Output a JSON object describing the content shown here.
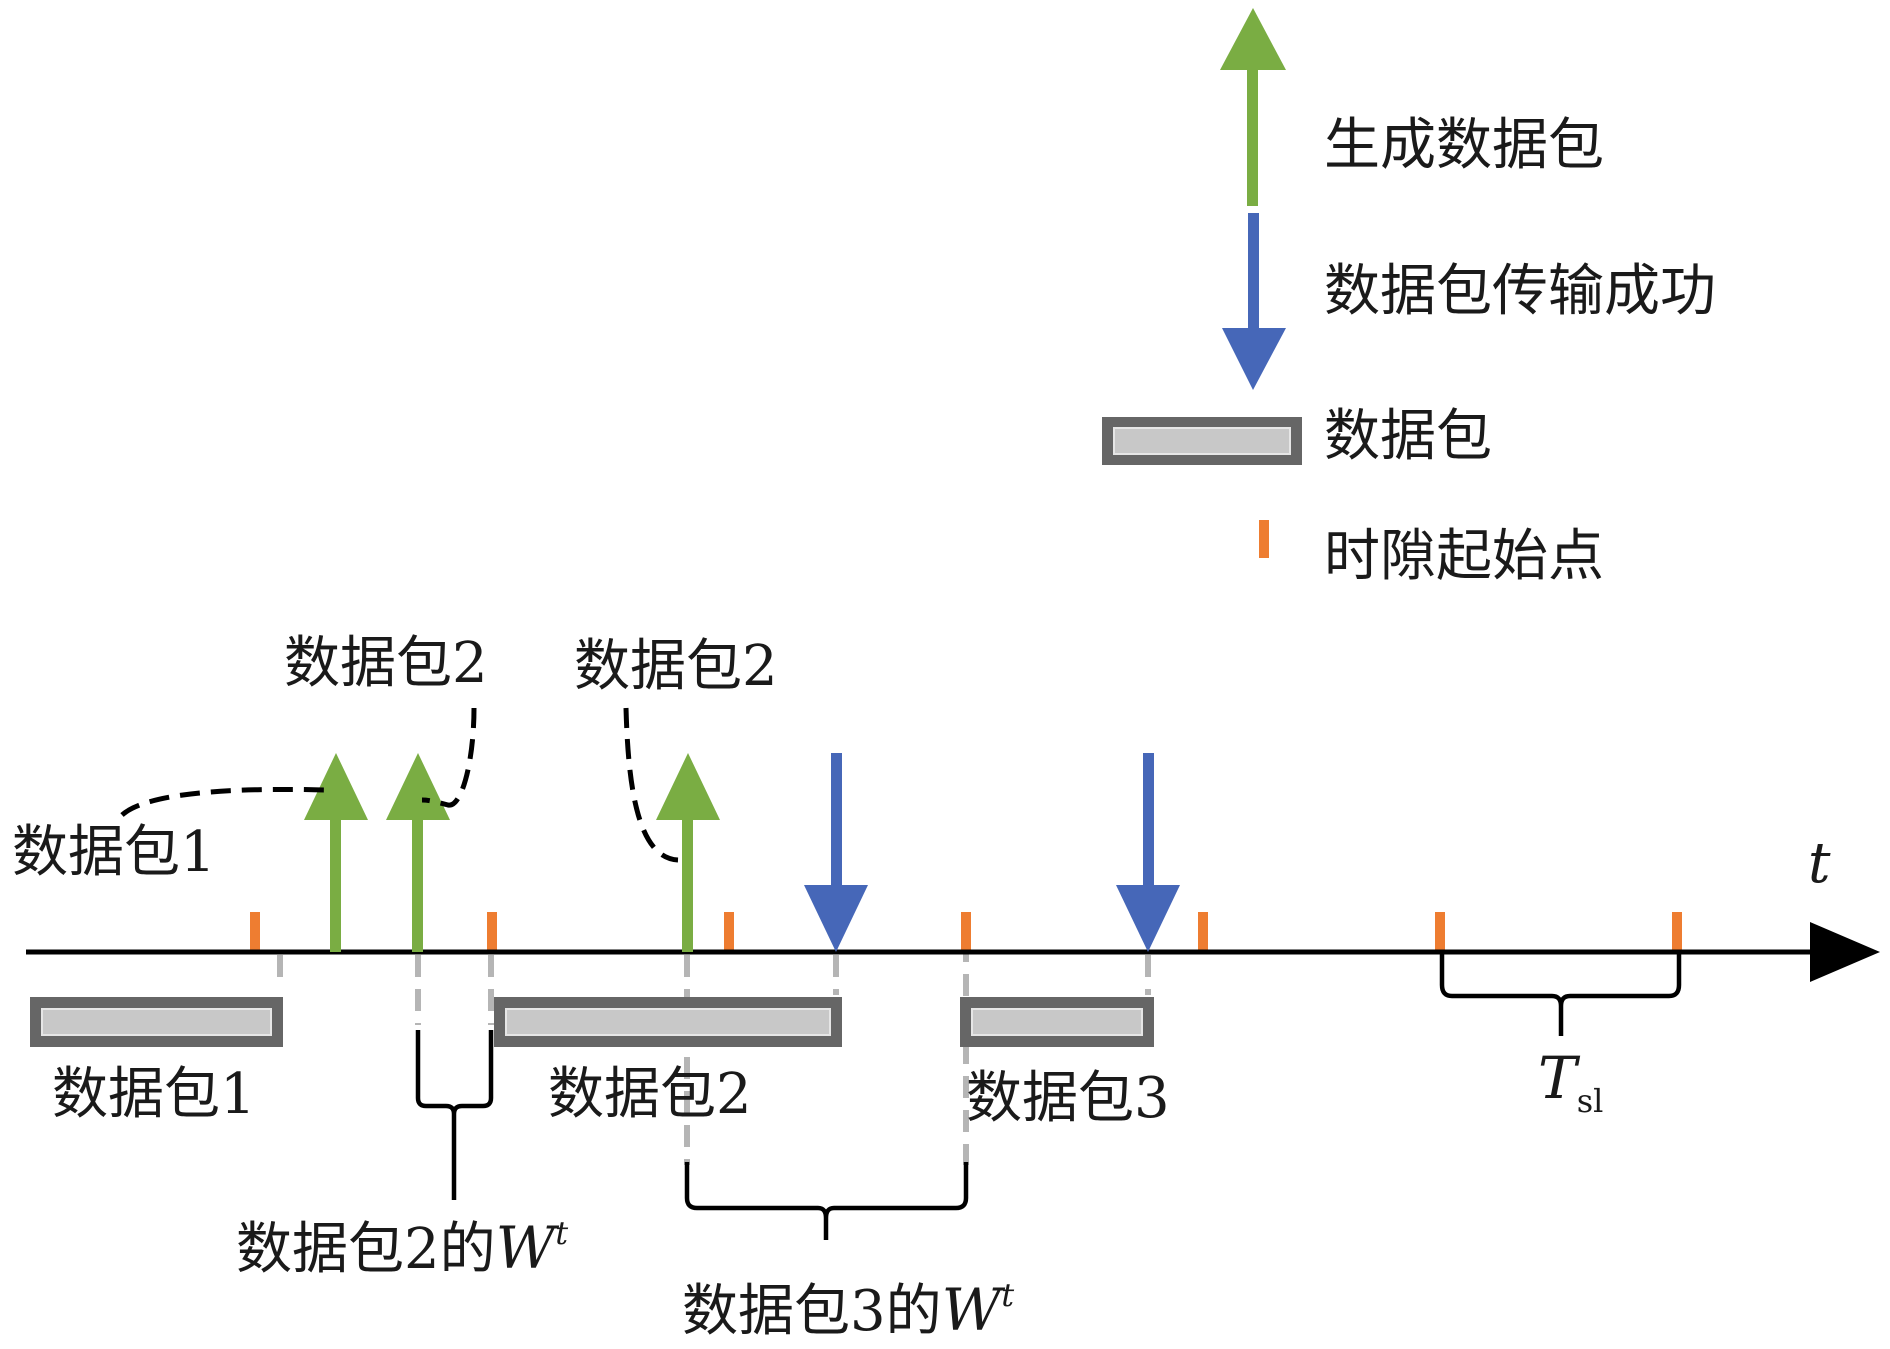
{
  "colors": {
    "generate_arrow": "#7aad43",
    "success_arrow": "#4667b8",
    "packet_fill": "#c8c8c8",
    "packet_border": "#666666",
    "slot_mark": "#ee7d31",
    "axis": "#000000",
    "guide": "#b5b5b5"
  },
  "legend": {
    "generate_label": "生成数据包",
    "success_label": "数据包传输成功",
    "packet_label": "数据包",
    "slot_label": "时隙起始点"
  },
  "axis": {
    "label": "t"
  },
  "top_labels": {
    "packet1": "数据包1",
    "packet2_a": "数据包2",
    "packet2_b": "数据包2"
  },
  "packets": {
    "p1": "数据包1",
    "p2": "数据包2",
    "p3": "数据包3"
  },
  "windows": {
    "w2_prefix": "数据包2的",
    "w3_prefix": "数据包3的",
    "w_symbol": "W",
    "w_superscript": "t"
  },
  "slot_period": {
    "symbol": "T",
    "subscript": "sl"
  }
}
